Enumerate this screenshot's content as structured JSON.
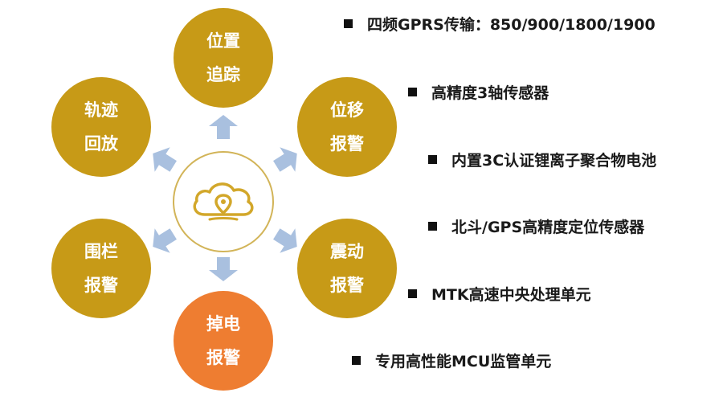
{
  "nodes": [
    {
      "id": "tracking",
      "line1": "位置",
      "line2": "追踪"
    },
    {
      "id": "move",
      "line1": "位移",
      "line2": "报警"
    },
    {
      "id": "vibration",
      "line1": "震动",
      "line2": "报警"
    },
    {
      "id": "power",
      "line1": "掉电",
      "line2": "报警"
    },
    {
      "id": "fence",
      "line1": "围栏",
      "line2": "报警"
    },
    {
      "id": "playback",
      "line1": "轨迹",
      "line2": "回放"
    }
  ],
  "hub": {
    "icon": "cloud-location-icon"
  },
  "features": [
    "四频GPRS传输：850/900/1800/1900",
    "高精度3轴传感器",
    "内置3C认证锂离子聚合物电池",
    "北斗/GPS高精度定位传感器",
    "MTK高速中央处理单元",
    "专用高性能MCU监管单元"
  ],
  "colors": {
    "gold": "#c79a17",
    "orange": "#ee7d31",
    "arrow": "#a9c0df",
    "hub_border": "#d2b458"
  }
}
